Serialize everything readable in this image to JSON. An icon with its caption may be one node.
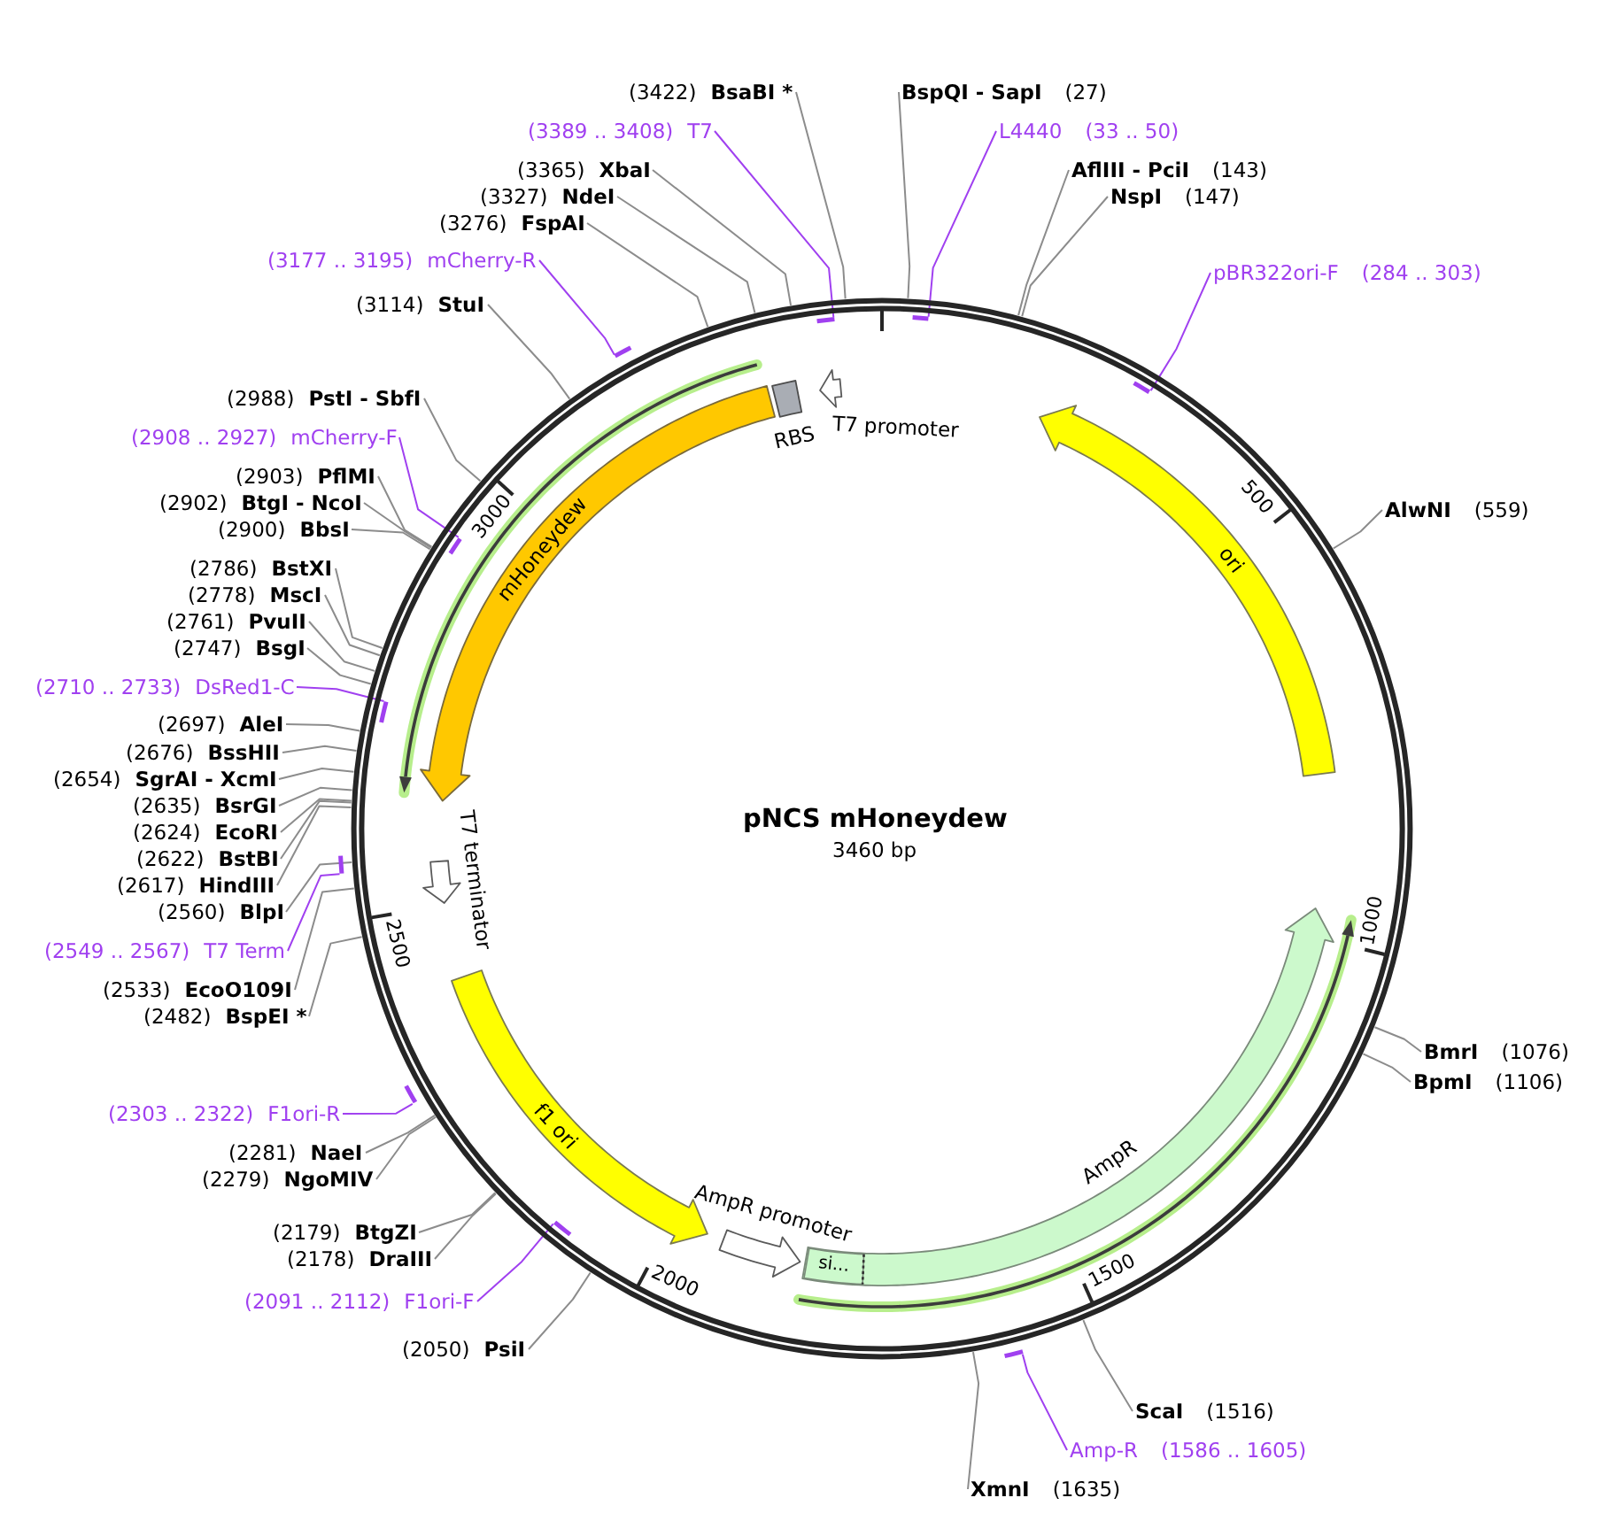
{
  "diagram": {
    "nodes": [
      {
        "text": [
          "pNCS mHoneydew",
          "3460 bp"
        ]
      },
      {
        "text": [
          "RBS"
        ],
        "in": 0
      },
      {
        "text": [
          "T7 promoter"
        ],
        "in": 0
      },
      {
        "text": [
          "mHoneydew"
        ],
        "in": 0
      },
      {
        "text": [
          "ori"
        ],
        "in": 0
      },
      {
        "text": [
          "T7 terminator"
        ],
        "in": 0
      },
      {
        "text": [
          "f1 ori"
        ],
        "in": 0
      },
      {
        "text": [
          "AmpR"
        ],
        "in": 0
      },
      {
        "text": [
          "si..."
        ],
        "in": 7
      },
      {
        "text": [
          "AmpR promoter"
        ],
        "in": 0
      },
      {
        "text": [
          "(3422)",
          "BsaBI *"
        ]
      },
      {
        "text": [
          "(3389 .. 3408)",
          "T7"
        ]
      },
      {
        "text": [
          "(3365)",
          "XbaI"
        ]
      },
      {
        "text": [
          "(3327)",
          "NdeI"
        ]
      },
      {
        "text": [
          "(3276)",
          "FspAI"
        ]
      },
      {
        "text": [
          "(3177 .. 3195)",
          "mCherry-R"
        ]
      },
      {
        "text": [
          "(3114)",
          "StuI"
        ]
      },
      {
        "text": [
          "(2988)",
          "PstI - SbfI"
        ]
      },
      {
        "text": [
          "(2908 .. 2927)",
          "mCherry-F"
        ]
      },
      {
        "text": [
          "(2903)",
          "PflMI"
        ]
      },
      {
        "text": [
          "(2902)",
          "BtgI - NcoI"
        ]
      },
      {
        "text": [
          "(2900)",
          "BbsI"
        ]
      },
      {
        "text": [
          "(2786)",
          "BstXI"
        ]
      },
      {
        "text": [
          "(2778)",
          "MscI"
        ]
      },
      {
        "text": [
          "(2761)",
          "PvuII"
        ]
      },
      {
        "text": [
          "(2747)",
          "BsgI"
        ]
      },
      {
        "text": [
          "(2710 .. 2733)",
          "DsRed1-C"
        ]
      },
      {
        "text": [
          "(2697)",
          "AleI"
        ]
      },
      {
        "text": [
          "(2676)",
          "BssHII"
        ]
      },
      {
        "text": [
          "(2654)",
          "SgrAI - XcmI"
        ]
      },
      {
        "text": [
          "(2635)",
          "BsrGI"
        ]
      },
      {
        "text": [
          "(2624)",
          "EcoRI"
        ]
      },
      {
        "text": [
          "(2622)",
          "BstBI"
        ]
      },
      {
        "text": [
          "(2617)",
          "HindIII"
        ]
      },
      {
        "text": [
          "(2560)",
          "BlpI"
        ]
      },
      {
        "text": [
          "(2549 .. 2567)",
          "T7 Term"
        ]
      },
      {
        "text": [
          "(2533)",
          "EcoO109I"
        ]
      },
      {
        "text": [
          "(2482)",
          "BspEI *"
        ]
      },
      {
        "text": [
          "(2303 .. 2322)",
          "F1ori-R"
        ]
      },
      {
        "text": [
          "(2281)",
          "NaeI"
        ]
      },
      {
        "text": [
          "(2279)",
          "NgoMIV"
        ]
      },
      {
        "text": [
          "(2179)",
          "BtgZI"
        ]
      },
      {
        "text": [
          "(2178)",
          "DraIII"
        ]
      },
      {
        "text": [
          "(2091 .. 2112)",
          "F1ori-F"
        ]
      },
      {
        "text": [
          "(2050)",
          "PsiI"
        ]
      },
      {
        "text": [
          "BspQI - SapI",
          "(27)"
        ]
      },
      {
        "text": [
          "L4440",
          "(33 .. 50)"
        ]
      },
      {
        "text": [
          "AflIII - PciI",
          "(143)"
        ]
      },
      {
        "text": [
          "NspI",
          "(147)"
        ]
      },
      {
        "text": [
          "pBR322ori-F",
          "(284 .. 303)"
        ]
      },
      {
        "text": [
          "AlwNI",
          "(559)"
        ]
      },
      {
        "text": [
          "BmrI",
          "(1076)"
        ]
      },
      {
        "text": [
          "BpmI",
          "(1106)"
        ]
      },
      {
        "text": [
          "ScaI",
          "(1516)"
        ]
      },
      {
        "text": [
          "Amp-R",
          "(1586 .. 1605)"
        ]
      },
      {
        "text": [
          "XmnI",
          "(1635)"
        ]
      },
      {
        "text": [],
        "shape": "bar",
        "in": 0
      },
      {
        "text": [],
        "shape": "bar"
      },
      {
        "text": [],
        "shape": "bar",
        "in": 0
      },
      {
        "text": [],
        "shape": "bar",
        "in": 0
      },
      {
        "text": [],
        "shape": "bar"
      },
      {
        "text": [],
        "shape": "bar"
      },
      {
        "text": [],
        "shape": "bar",
        "in": 0
      },
      {
        "text": [],
        "shape": "bar",
        "in": 0
      },
      {
        "text": [],
        "shape": "bar",
        "in": 0
      },
      {
        "text": [],
        "shape": "bar"
      }
    ],
    "edges": [
      {
        "from": 10,
        "to": 0,
        "arrow": "none"
      },
      {
        "from": 11,
        "to": 56,
        "arrow": "none",
        "color": "#a040f0"
      },
      {
        "from": 12,
        "to": 0,
        "arrow": "none"
      },
      {
        "from": 13,
        "to": 0,
        "arrow": "none"
      },
      {
        "from": 14,
        "to": 0,
        "arrow": "none"
      },
      {
        "from": 15,
        "to": 57,
        "arrow": "none",
        "color": "#a040f0"
      },
      {
        "from": 16,
        "to": 0,
        "arrow": "none"
      },
      {
        "from": 17,
        "to": 0,
        "arrow": "none"
      },
      {
        "from": 18,
        "to": 58,
        "arrow": "none",
        "color": "#a040f0"
      },
      {
        "from": 19,
        "to": 0,
        "arrow": "none"
      },
      {
        "from": 20,
        "to": 0,
        "arrow": "none"
      },
      {
        "from": 21,
        "to": 0,
        "arrow": "none"
      },
      {
        "from": 22,
        "to": 0,
        "arrow": "none"
      },
      {
        "from": 23,
        "to": 0,
        "arrow": "none"
      },
      {
        "from": 24,
        "to": 0,
        "arrow": "none"
      },
      {
        "from": 25,
        "to": 0,
        "arrow": "none"
      },
      {
        "from": 26,
        "to": 59,
        "arrow": "none",
        "color": "#a040f0"
      },
      {
        "from": 27,
        "to": 0,
        "arrow": "none"
      },
      {
        "from": 28,
        "to": 0,
        "arrow": "none"
      },
      {
        "from": 29,
        "to": 0,
        "arrow": "none"
      },
      {
        "from": 30,
        "to": 0,
        "arrow": "none"
      },
      {
        "from": 31,
        "to": 0,
        "arrow": "none"
      },
      {
        "from": 32,
        "to": 0,
        "arrow": "none"
      },
      {
        "from": 33,
        "to": 0,
        "arrow": "none"
      },
      {
        "from": 34,
        "to": 0,
        "arrow": "none"
      },
      {
        "from": 35,
        "to": 60,
        "arrow": "none",
        "color": "#a040f0"
      },
      {
        "from": 36,
        "to": 0,
        "arrow": "none"
      },
      {
        "from": 37,
        "to": 0,
        "arrow": "none"
      },
      {
        "from": 38,
        "to": 61,
        "arrow": "none",
        "color": "#a040f0"
      },
      {
        "from": 39,
        "to": 0,
        "arrow": "none"
      },
      {
        "from": 40,
        "to": 0,
        "arrow": "none"
      },
      {
        "from": 41,
        "to": 0,
        "arrow": "none"
      },
      {
        "from": 42,
        "to": 0,
        "arrow": "none"
      },
      {
        "from": 43,
        "to": 62,
        "arrow": "none",
        "color": "#a040f0"
      },
      {
        "from": 44,
        "to": 0,
        "arrow": "none"
      },
      {
        "from": 45,
        "to": 0,
        "arrow": "none"
      },
      {
        "from": 46,
        "to": 63,
        "arrow": "none",
        "color": "#a040f0"
      },
      {
        "from": 47,
        "to": 0,
        "arrow": "none"
      },
      {
        "from": 48,
        "to": 0,
        "arrow": "none"
      },
      {
        "from": 49,
        "to": 64,
        "arrow": "none",
        "color": "#a040f0"
      },
      {
        "from": 50,
        "to": 0,
        "arrow": "none"
      },
      {
        "from": 51,
        "to": 0,
        "arrow": "none"
      },
      {
        "from": 52,
        "to": 0,
        "arrow": "none"
      },
      {
        "from": 53,
        "to": 0,
        "arrow": "none"
      },
      {
        "from": 54,
        "to": 65,
        "arrow": "none",
        "color": "#a040f0"
      },
      {
        "from": 55,
        "to": 0,
        "arrow": "none"
      }
    ],
    "labels": [
      "500",
      "1000",
      "1500",
      "2000",
      "2500",
      "3000"
    ]
  }
}
